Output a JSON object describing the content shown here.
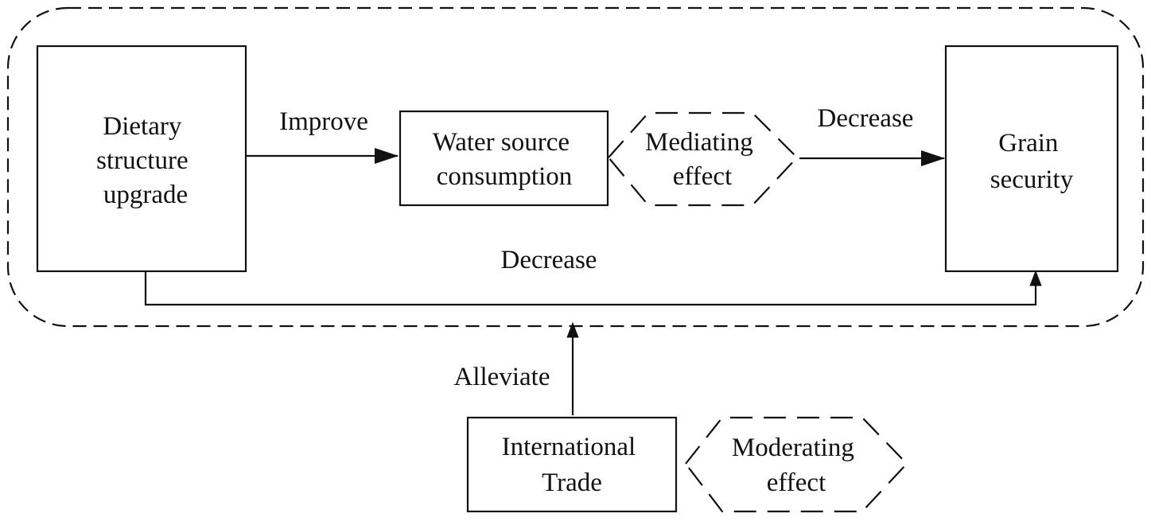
{
  "nodes": {
    "dietary": [
      "Dietary",
      "structure",
      "upgrade"
    ],
    "water": [
      "Water source",
      "consumption"
    ],
    "mediating": [
      "Mediating",
      "effect"
    ],
    "grain": [
      "Grain",
      "security"
    ],
    "trade": [
      "International",
      "Trade"
    ],
    "moderating": [
      "Moderating",
      "effect"
    ]
  },
  "edges": {
    "improve": "Improve",
    "decrease_top": "Decrease",
    "decrease_bottom": "Decrease",
    "alleviate": "Alleviate"
  }
}
